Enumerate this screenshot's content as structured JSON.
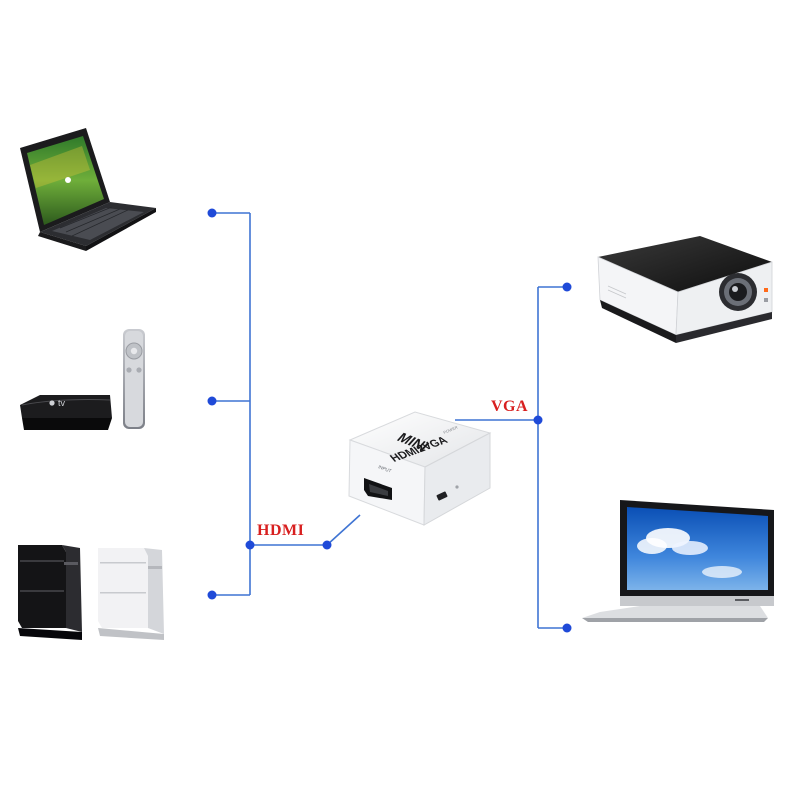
{
  "diagram": {
    "input_label": "HDMI",
    "output_label": "VGA",
    "adapter": {
      "top_text": "MINI",
      "model_text": "HDMI2VGA",
      "port_text": "INPUT",
      "side_text": "POWER"
    },
    "sources": [
      {
        "name": "laptop"
      },
      {
        "name": "apple-tv"
      },
      {
        "name": "game-consoles"
      }
    ],
    "outputs": [
      {
        "name": "projector"
      },
      {
        "name": "monitor"
      }
    ],
    "appletv_text": "tv",
    "colors": {
      "line": "#3f74d3",
      "dot": "#1f4ad8",
      "label": "#d81f1f"
    }
  }
}
